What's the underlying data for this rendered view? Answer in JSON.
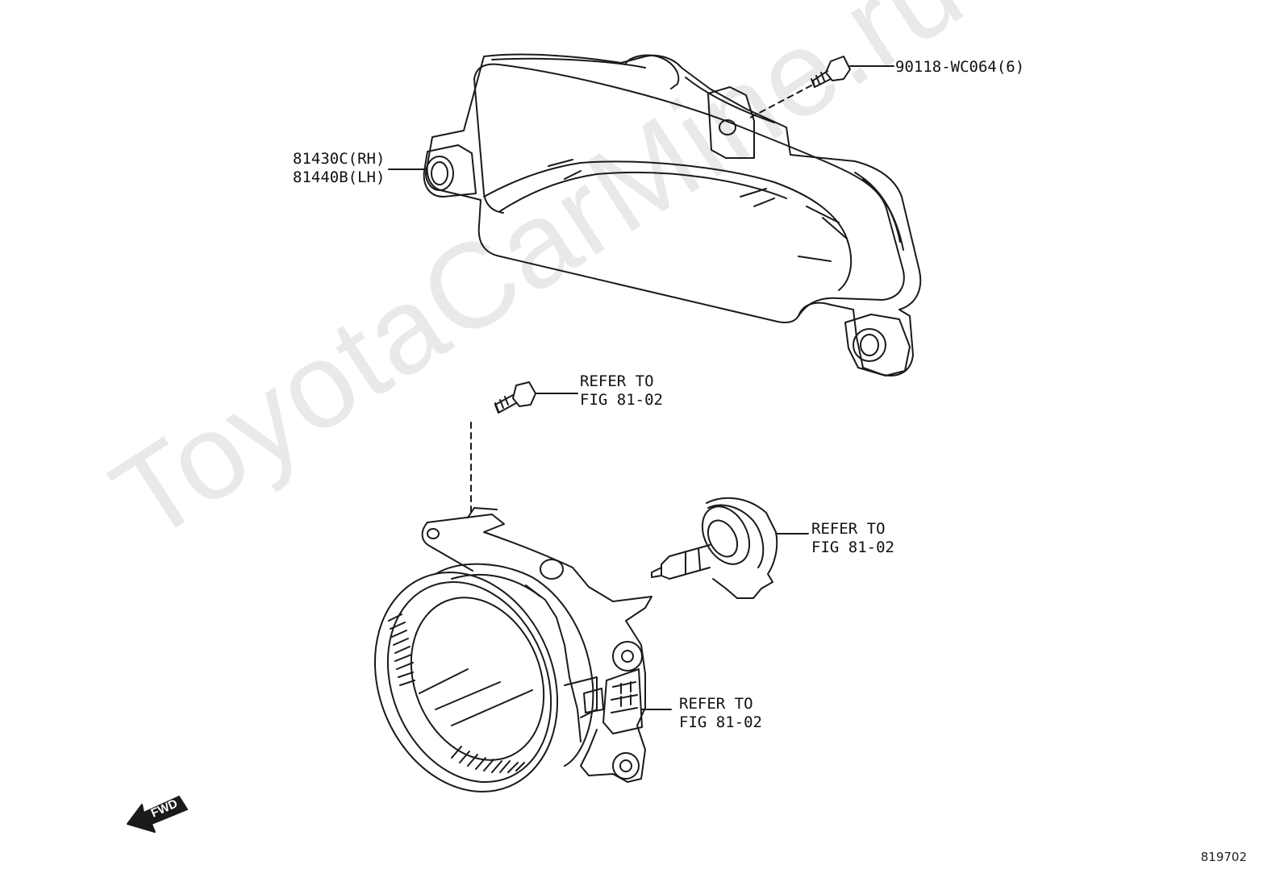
{
  "watermark": "ToyotaCarMine.ru",
  "callouts": {
    "bolt_top": "90118-WC064(6)",
    "housing_rh": "81430C(RH)",
    "housing_lh": "81440B(LH)",
    "bolt_lower": {
      "line1": "REFER TO",
      "line2": "FIG 81-02"
    },
    "bulb": {
      "line1": "REFER TO",
      "line2": "FIG 81-02"
    },
    "connector": {
      "line1": "REFER TO",
      "line2": "FIG 81-02"
    }
  },
  "direction_arrow": "FWD",
  "figure_number": "819702",
  "colors": {
    "line": "#1a1a1a",
    "watermark": "#e9e9e9"
  }
}
